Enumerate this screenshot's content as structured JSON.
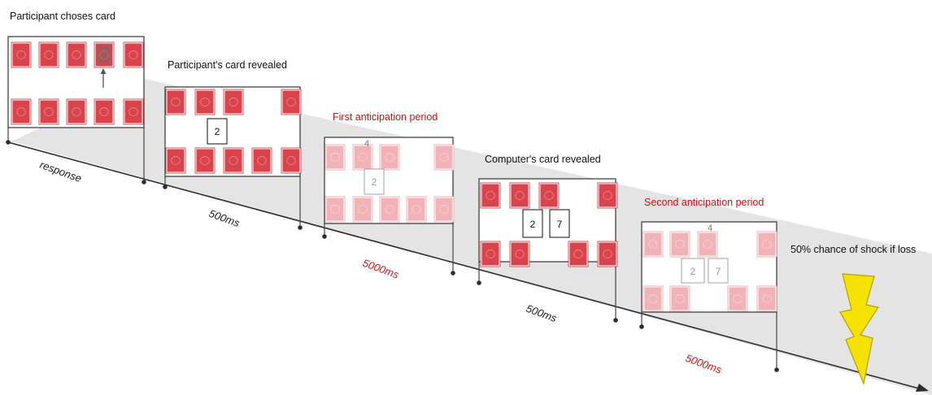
{
  "colors": {
    "accent_red": "#cc1111",
    "card_red": "#d9434c",
    "card_red_faded": "#f2b3b8",
    "shock_yellow": "#f6e200",
    "band_gray": "#e4e4e4"
  },
  "icons": {
    "selection_arrow": "up-arrow-icon",
    "shock": "lightning-bolt-icon"
  },
  "stages": [
    {
      "label": "Participant choses card"
    },
    {
      "label": "Participant's card revealed",
      "card_value": "2"
    },
    {
      "label": "First anticipation period",
      "card_value": "2",
      "top_value": "4"
    },
    {
      "label": "Computer's card revealed",
      "card_values": [
        "2",
        "7"
      ]
    },
    {
      "label": "Second anticipation period",
      "card_values": [
        "2",
        "7"
      ],
      "top_value": "4"
    }
  ],
  "durations": [
    "response",
    "500ms",
    "5000ms",
    "500ms",
    "5000ms"
  ],
  "outcome_label": "50% chance of shock if loss"
}
